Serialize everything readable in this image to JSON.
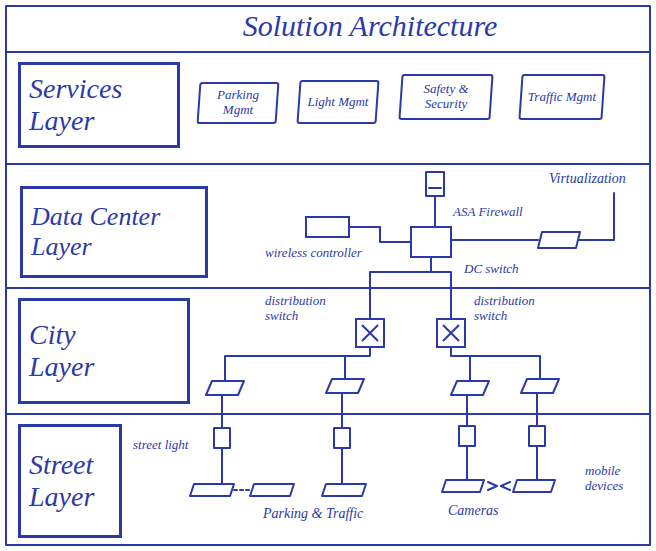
{
  "diagram": {
    "title": "Solution Architecture",
    "nodes": [
      {
        "text": [
          "Services Layer"
        ]
      },
      {
        "text": [
          "Parking Mgmt"
        ]
      },
      {
        "text": [
          "Light Mgmt"
        ]
      },
      {
        "text": [
          "Safety & Security"
        ]
      },
      {
        "text": [
          "Traffic Mgmt"
        ]
      },
      {
        "text": [
          "Data Center Layer"
        ]
      },
      {
        "text": [
          "wireless controller"
        ]
      },
      {
        "text": [
          "DC switch"
        ]
      },
      {
        "text": [
          "City Layer"
        ]
      },
      {
        "text": [
          "distribution switch"
        ]
      },
      {
        "text": [
          "distribution switch"
        ]
      },
      {
        "text": [
          "Street Layer"
        ]
      }
    ],
    "edges": [
      {
        "from": 6,
        "to": 7,
        "arrow": "none"
      },
      {
        "from": 7,
        "to": 9,
        "arrow": "none"
      },
      {
        "from": 7,
        "to": 10,
        "arrow": "none"
      }
    ],
    "labels": [
      "ASA Firewall",
      "Virtualization",
      "street light",
      "Parking & Traffic",
      "Cameras",
      "mobile devices"
    ]
  }
}
